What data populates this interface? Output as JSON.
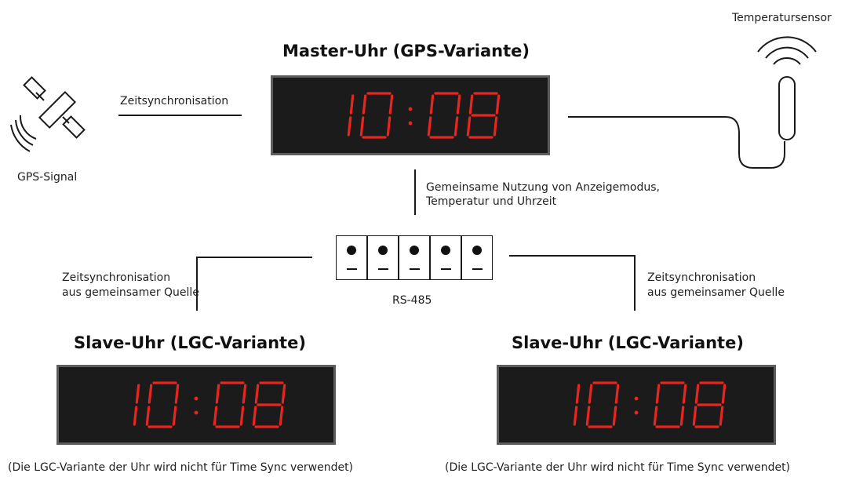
{
  "master": {
    "title": "Master-Uhr (GPS-Variante)",
    "time": "10:08"
  },
  "gps": {
    "label": "GPS-Signal",
    "sync_label": "Zeitsynchronisation"
  },
  "sensor": {
    "label": "Temperatursensor"
  },
  "shared": {
    "line1": "Gemeinsame Nutzung von Anzeigemodus,",
    "line2": "Temperatur und Uhrzeit"
  },
  "bus": {
    "label": "RS-485",
    "terminal_count": 5
  },
  "slave_left": {
    "title": "Slave-Uhr (LGC-Variante)",
    "time": "10:08",
    "sync_line1": "Zeitsynchronisation",
    "sync_line2": "aus gemeinsamer Quelle",
    "note": "(Die LGC-Variante der Uhr wird nicht für Time Sync verwendet)"
  },
  "slave_right": {
    "title": "Slave-Uhr (LGC-Variante)",
    "time": "10:08",
    "sync_line1": "Zeitsynchronisation",
    "sync_line2": "aus gemeinsamer Quelle",
    "note": "(Die LGC-Variante der Uhr wird nicht für Time Sync verwendet)"
  },
  "colors": {
    "digit": "#e8251f",
    "clock_body": "#1b1b1b",
    "clock_frame": "#5e5e5e"
  }
}
